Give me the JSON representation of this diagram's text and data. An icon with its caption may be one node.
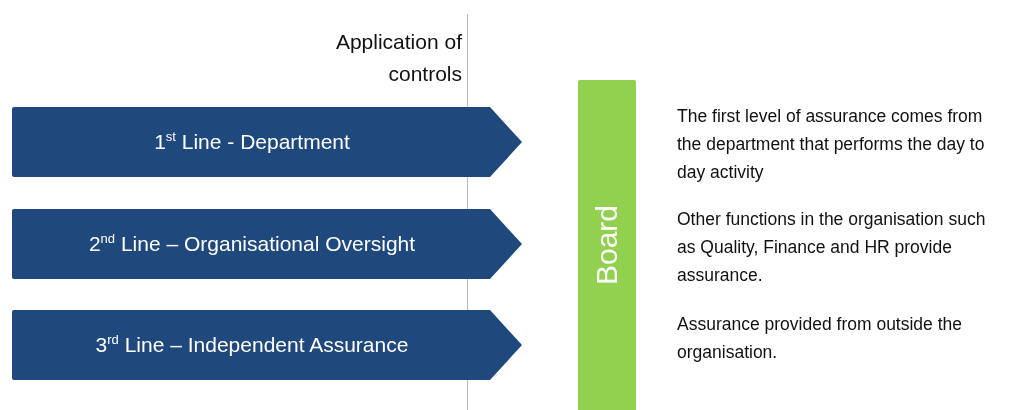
{
  "diagram": {
    "nodes": [
      {
        "text": [
          "1$^{st}$ Line - Department"
        ]
      },
      {
        "text": [
          "2$^{nd}$ Line – Organisational Oversight"
        ]
      },
      {
        "text": [
          "3$^{rd}$ Line – Independent Assurance"
        ]
      },
      {
        "text": [
          "Board"
        ]
      }
    ],
    "labels": [
      "Application of controls",
      "The first level of assurance comes from the department that performs the day to day activity",
      "Other functions in the organisation such as Quality, Finance and HR provide assurance.",
      "Assurance provided from outside the organisation."
    ]
  }
}
